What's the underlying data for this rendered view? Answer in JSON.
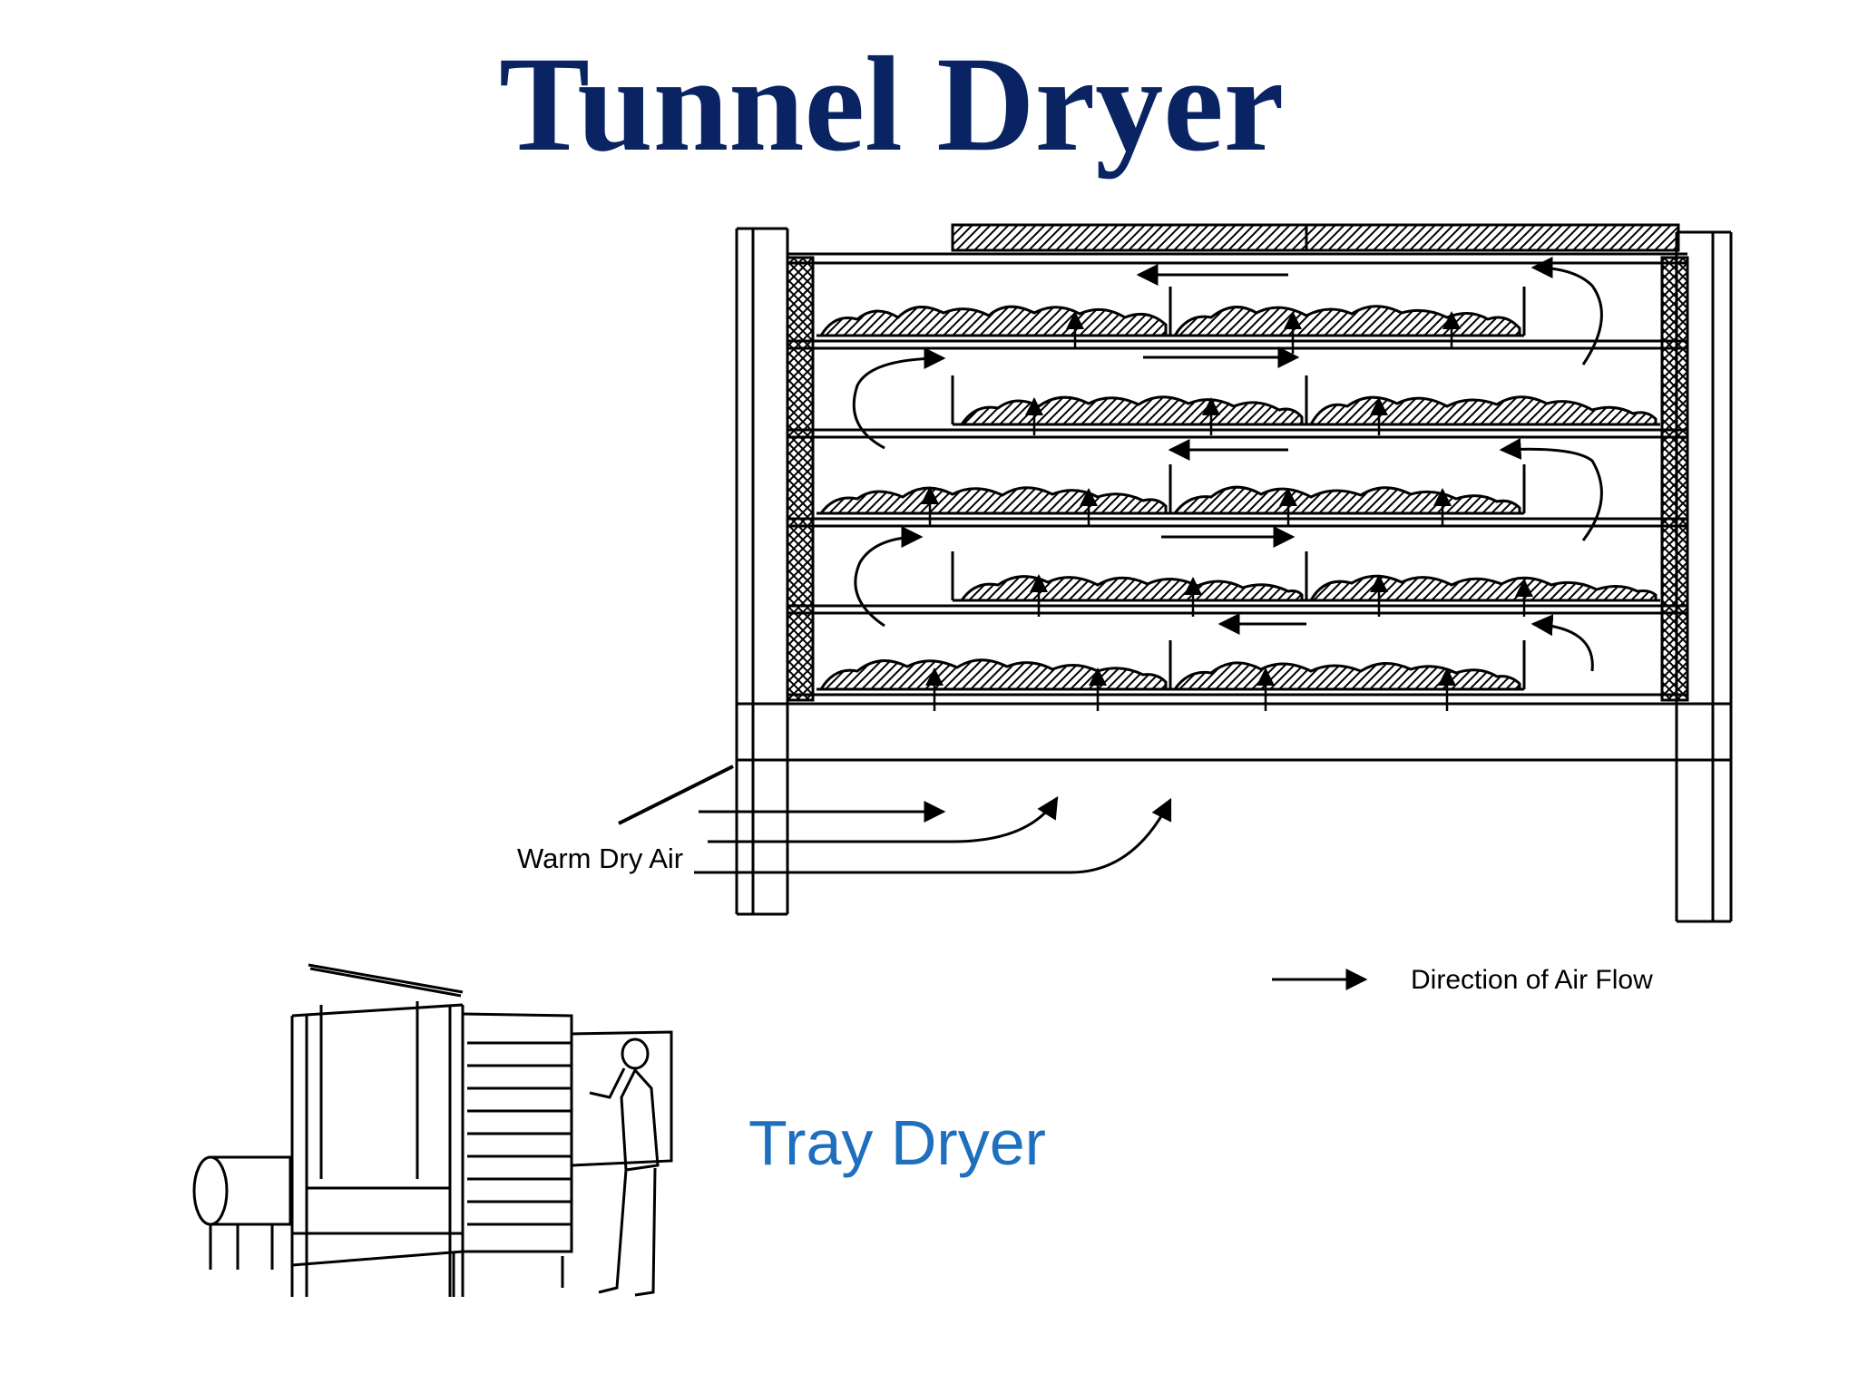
{
  "slide": {
    "title": "Tunnel Dryer"
  },
  "tunnel_diagram": {
    "inlet_label": "Warm Dry Air",
    "legend_label": "Direction of Air Flow"
  },
  "tray_dryer": {
    "caption": "Tray Dryer"
  }
}
